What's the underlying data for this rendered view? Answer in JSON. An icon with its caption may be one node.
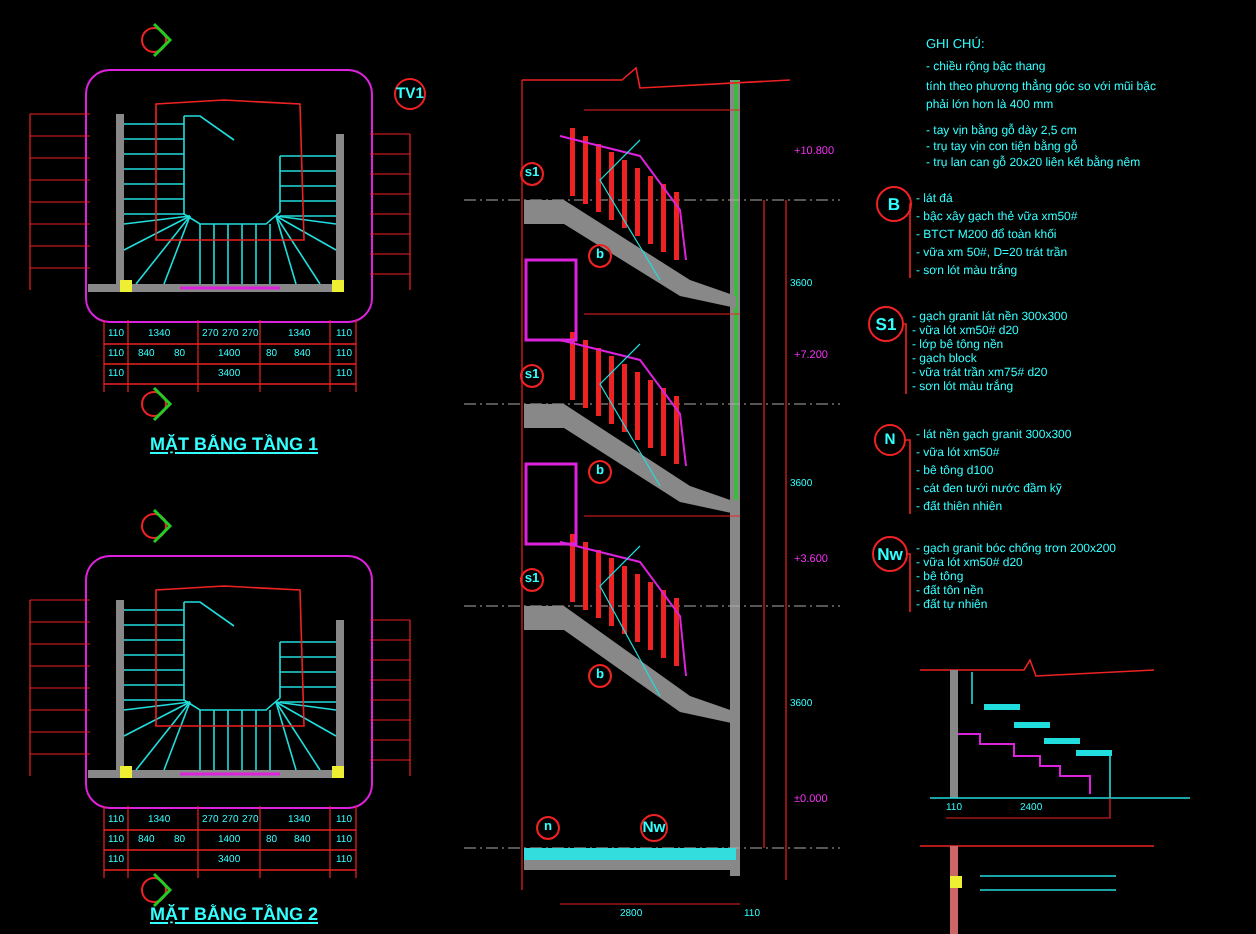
{
  "diagram": {
    "nodes": [
      {
        "text": [
          "B"
        ],
        "beside": [
          "- lát đá",
          "- bậc xây gạch thẻ vữa xm50#",
          "- BTCT M200 đổ toàn khối",
          "- vữa xm 50#, D=20 trát trần",
          "- sơn lót màu trắng"
        ]
      },
      {
        "text": [
          "S1"
        ],
        "beside": [
          "- gạch granit lát nền 300x300",
          "- vữa lót xm50# d20",
          "- lớp bê tông nền",
          "- gạch block",
          "- vữa trát trần xm75# d20",
          "- sơn lót màu trắng"
        ]
      },
      {
        "text": [
          "N"
        ],
        "beside": [
          "- lát nền gạch granit 300x300",
          "- vữa lót xm50#",
          "- bê tông d100",
          "- cát đen tưới nước đầm kỹ",
          "- đất thiên nhiên"
        ]
      },
      {
        "text": [
          "Nw"
        ],
        "beside": [
          "- gạch granit bóc chống trơn 200x200",
          "- vữa lót xm50# d20",
          "- bê tông",
          "- đất tôn nền",
          "- đất tự nhiên"
        ]
      },
      {
        "text": [
          "TV1"
        ]
      },
      {
        "text": [
          "s1"
        ]
      },
      {
        "text": [
          "b"
        ]
      },
      {
        "text": [
          "s1"
        ]
      },
      {
        "text": [
          "b"
        ]
      },
      {
        "text": [
          "s1"
        ]
      },
      {
        "text": [
          "b"
        ]
      },
      {
        "text": [
          "n"
        ]
      },
      {
        "text": [
          "Nw"
        ]
      }
    ],
    "labels": [
      "MẶT BẰNG TẦNG 1",
      "MẶT BẰNG TẦNG 2",
      "GHI CHÚ:",
      "- chiều rộng bậc thang",
      "tính theo phương thẳng góc so với mũi bậc",
      "phải lớn hơn là 400 mm",
      "- tay vịn bằng gỗ dày 2,5 cm",
      "- trụ tay vịn con tiện bằng gỗ",
      "- trụ lan can gỗ 20x20 liên kết bằng nêm",
      "110",
      "1340",
      "270",
      "270",
      "270",
      "1340",
      "110",
      "110",
      "840",
      "80",
      "1400",
      "80",
      "840",
      "110",
      "110",
      "3400",
      "110",
      "110",
      "1340",
      "270",
      "270",
      "270",
      "1340",
      "110",
      "110",
      "840",
      "80",
      "1400",
      "80",
      "840",
      "110",
      "110",
      "3400",
      "110",
      "+10.800",
      "+7.200",
      "+3.600",
      "±0.000",
      "3600",
      "3600",
      "3600",
      "2800",
      "110",
      "110",
      "2400"
    ]
  }
}
